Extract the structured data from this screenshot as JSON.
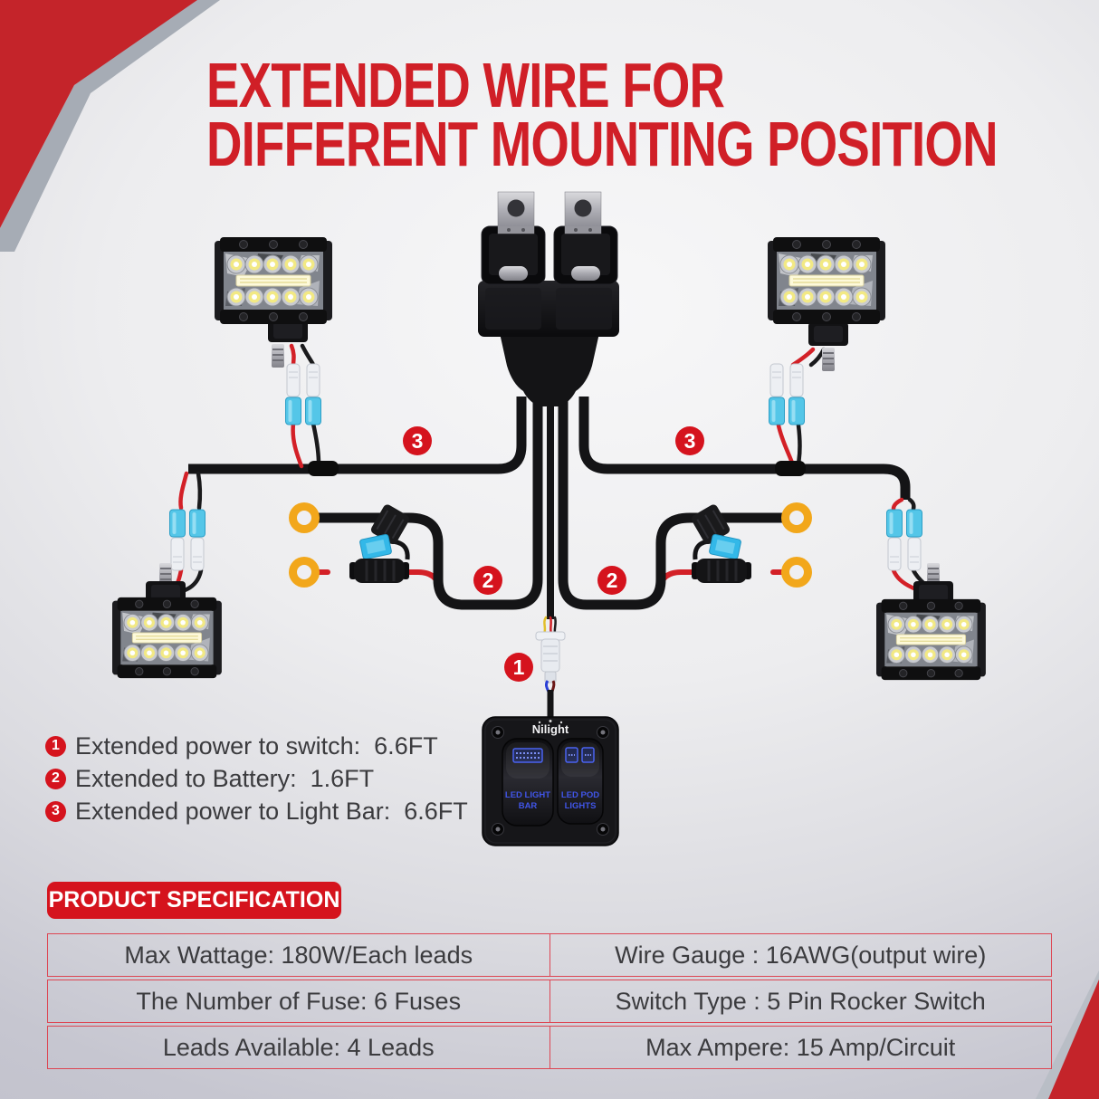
{
  "colors": {
    "accent_red": "#d01f27",
    "badge_red": "#d5131d",
    "table_border": "#dd4653",
    "wire_black": "#141416",
    "wire_red": "#d32027",
    "ring_yellow": "#f2a71b",
    "connector_blue": "#54c6e8",
    "fuse_blue": "#33b8e8",
    "switch_glow_blue": "#4055e8"
  },
  "title": {
    "line1": "EXTENDED WIRE FOR",
    "line2": "DIFFERENT MOUNTING POSITION"
  },
  "badges": {
    "b1": "1",
    "b2": "2",
    "b3": "3"
  },
  "legend": {
    "items": [
      {
        "num": "1",
        "text": "Extended power to switch:  6.6FT"
      },
      {
        "num": "2",
        "text": "Extended to Battery:  1.6FT"
      },
      {
        "num": "3",
        "text": "Extended power to Light Bar:  6.6FT"
      }
    ]
  },
  "switch_panel": {
    "brand": "Nilight",
    "left_line1": "LED LIGHT",
    "left_line2": "BAR",
    "right_line1": "LED POD",
    "right_line2": "LIGHTS"
  },
  "spec": {
    "banner": "PRODUCT SPECIFICATION",
    "rows": [
      {
        "left": "Max Wattage: 180W/Each leads",
        "right": "Wire Gauge : 16AWG(output wire)"
      },
      {
        "left": "The Number of Fuse: 6 Fuses",
        "right": "Switch Type : 5 Pin Rocker Switch"
      },
      {
        "left": "Leads Available: 4 Leads",
        "right": "Max Ampere: 15 Amp/Circuit"
      }
    ]
  }
}
